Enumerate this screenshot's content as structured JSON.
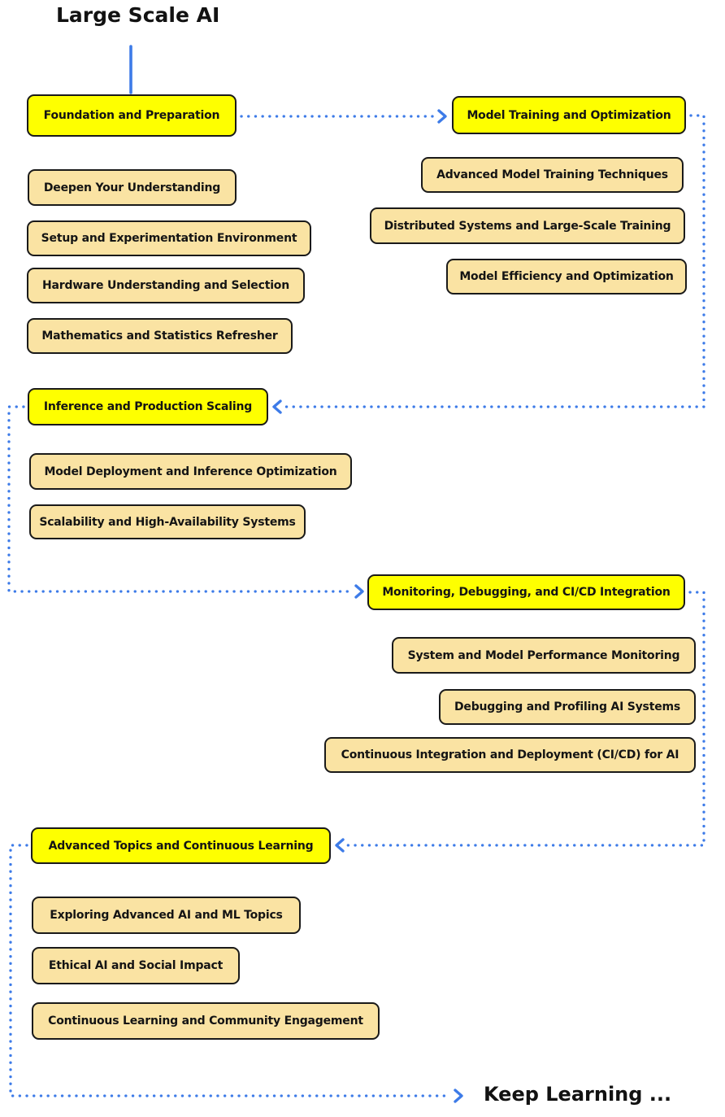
{
  "title": "Large Scale AI",
  "footer": "Keep Learning ...",
  "colors": {
    "main_node_fill": "#FEFF00",
    "sub_node_fill": "#FAE3A3",
    "node_border": "#1A1A1A",
    "connector_blue": "#3D7BE8",
    "background": "#FFFFFF"
  },
  "sections": [
    {
      "label": "Foundation and Preparation",
      "children": [
        "Deepen Your Understanding",
        "Setup and Experimentation Environment",
        "Hardware Understanding and Selection",
        "Mathematics and Statistics Refresher"
      ]
    },
    {
      "label": "Model Training and Optimization",
      "children": [
        "Advanced Model Training Techniques",
        "Distributed Systems and Large-Scale Training",
        "Model Efficiency and Optimization"
      ]
    },
    {
      "label": "Inference and Production Scaling",
      "children": [
        "Model Deployment and Inference Optimization",
        "Scalability and High-Availability Systems"
      ]
    },
    {
      "label": "Monitoring, Debugging, and CI/CD Integration",
      "children": [
        "System and Model Performance Monitoring",
        "Debugging and Profiling AI Systems",
        "Continuous Integration and Deployment (CI/CD) for AI"
      ]
    },
    {
      "label": "Advanced Topics and Continuous Learning",
      "children": [
        "Exploring Advanced AI and ML Topics",
        "Ethical AI and Social Impact",
        "Continuous Learning and Community Engagement"
      ]
    }
  ]
}
